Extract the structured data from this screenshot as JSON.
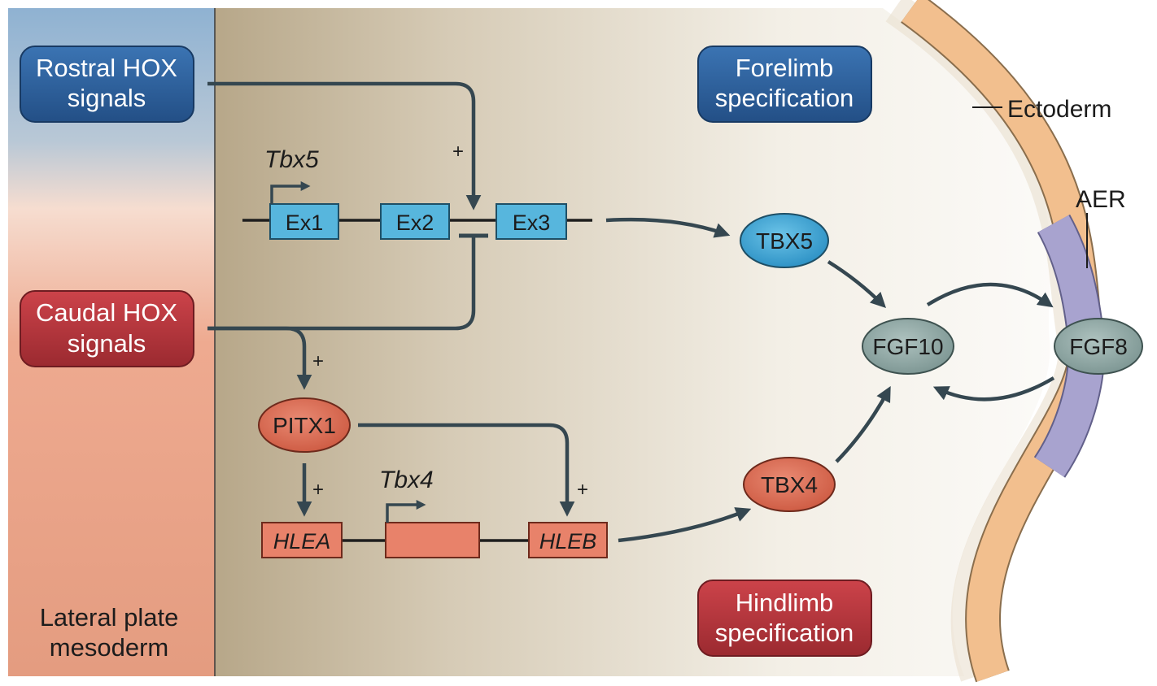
{
  "left_panel": {
    "rostral": [
      "Rostral HOX",
      "signals"
    ],
    "caudal": [
      "Caudal HOX",
      "signals"
    ],
    "mesoderm": [
      "Lateral plate",
      "mesoderm"
    ]
  },
  "specification": {
    "forelimb": [
      "Forelimb",
      "specification"
    ],
    "hindlimb": [
      "Hindlimb",
      "specification"
    ]
  },
  "genes": {
    "tbx5_gene": "Tbx5",
    "tbx4_gene": "Tbx4",
    "ex1": "Ex1",
    "ex2": "Ex2",
    "ex3": "Ex3",
    "hlea": "HLEA",
    "hleb": "HLEB"
  },
  "proteins": {
    "tbx5": "TBX5",
    "tbx4": "TBX4",
    "pitx1": "PITX1",
    "fgf10": "FGF10",
    "fgf8": "FGF8"
  },
  "tissue": {
    "ectoderm": "Ectoderm",
    "aer": "AER"
  },
  "signs": {
    "plus": "+"
  },
  "colors": {
    "blue_box": "#2f64a0",
    "red_box": "#b8333a",
    "exon_blue": "#57b6dd",
    "salmon": "#e8826a",
    "node_gray": "#93aba8",
    "aer_purple": "#a8a3cf",
    "ectoderm_orange": "#f2bf8e",
    "arrow": "#354750"
  }
}
